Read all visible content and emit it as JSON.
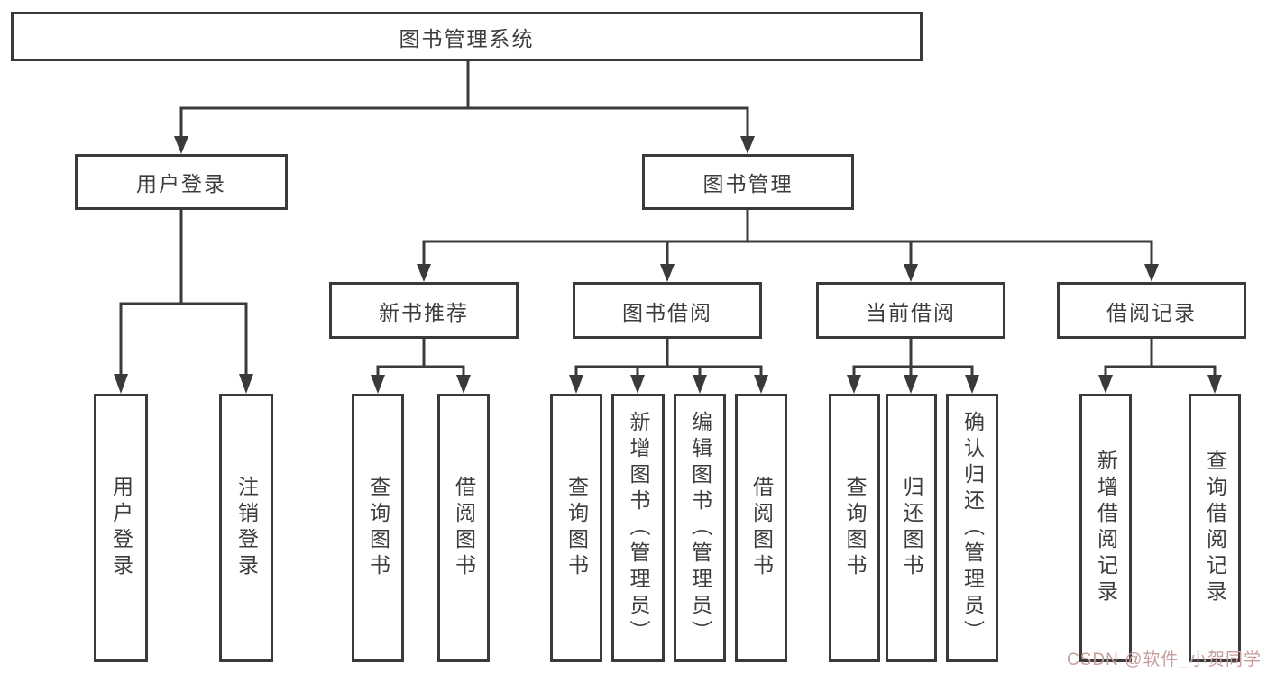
{
  "diagram": {
    "root": "图书管理系统",
    "level2": [
      "用户登录",
      "图书管理"
    ],
    "level3": [
      "新书推荐",
      "图书借阅",
      "当前借阅",
      "借阅记录"
    ],
    "leaves": [
      "用户登录",
      "注销登录",
      "查询图书",
      "借阅图书",
      "查询图书",
      "新增图书（管理员）",
      "编辑图书（管理员）",
      "借阅图书",
      "查询图书",
      "归还图书",
      "确认归还（管理员）",
      "新增借阅记录",
      "查询借阅记录"
    ],
    "watermark": "CSDN @软件_小贺同学",
    "colors": {
      "line": "#3a3a3a",
      "text": "#3d3d3d",
      "box_background": "#ffffff",
      "page_background": "#ffffff",
      "watermark": "#c79d9d"
    }
  }
}
